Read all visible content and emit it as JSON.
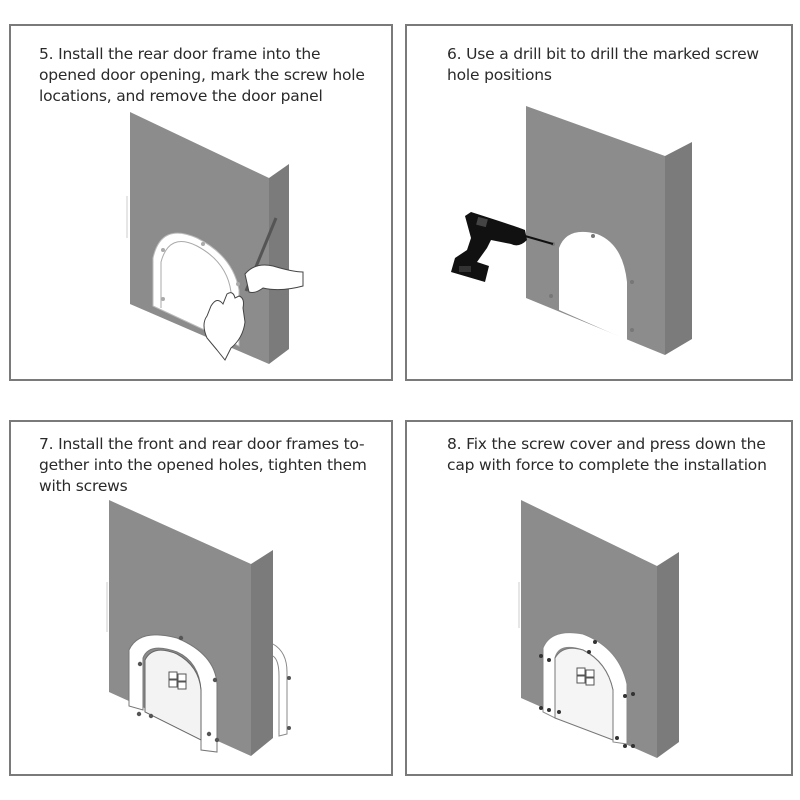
{
  "steps": [
    {
      "number": "5",
      "caption": "5. Install the rear door frame into the\nopened door opening, mark the screw hole\nlocations, and remove the door panel",
      "illustration": "wall-with-door-frame-marking-pencil-hands"
    },
    {
      "number": "6",
      "caption": "6. Use a drill bit to drill the marked screw\nhole positions",
      "illustration": "wall-with-arched-opening-and-drill"
    },
    {
      "number": "7",
      "caption": "7. Install the front and rear door frames to-\ngether into the opened holes, tighten them\nwith screws",
      "illustration": "wall-with-front-and-rear-frames-screws"
    },
    {
      "number": "8",
      "caption": "8. Fix the screw cover and press down the\ncap with force to complete the installation",
      "illustration": "wall-with-installed-pet-door"
    }
  ],
  "colors": {
    "border": "#7a7a7a",
    "wall_front": "#8c8c8c",
    "wall_side": "#7b7b7b",
    "text": "#2a2a2a",
    "drill": "#111111"
  }
}
